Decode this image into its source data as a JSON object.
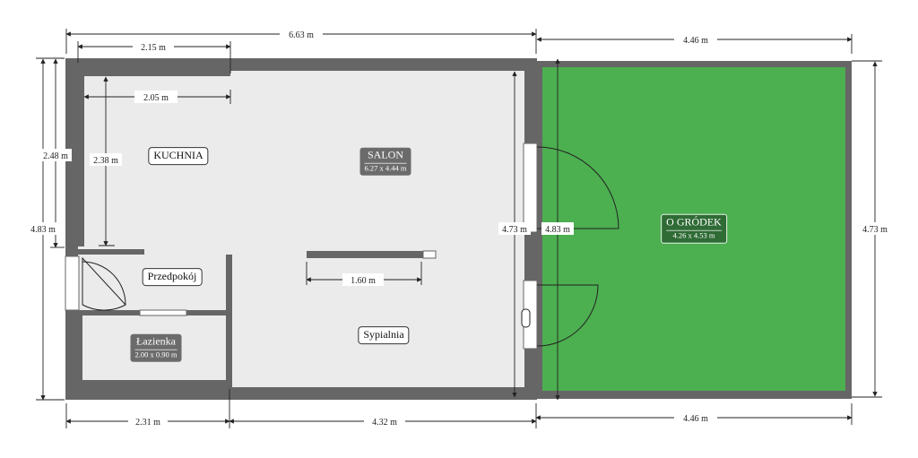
{
  "rooms": {
    "kuchnia": {
      "name": "KUCHNIA"
    },
    "salon": {
      "name": "SALON",
      "size": "6.27 x 4.44 m"
    },
    "przedpokoj": {
      "name": "Przedpokój"
    },
    "lazienka": {
      "name": "Łazienka",
      "size": "2.00 x 0.90 m"
    },
    "sypialnia": {
      "name": "Sypialnia"
    },
    "ogrodek": {
      "name": "O GRÓDEK",
      "size": "4.26 x 4.53 m"
    }
  },
  "dimensions": {
    "top_total": "6.63 m",
    "top_garden": "4.46 m",
    "top_kitchen": "2.15 m",
    "kitchen_inner_width": "2.05 m",
    "kitchen_inner_height": "2.38 m",
    "left_upper": "2.48 m",
    "left_total": "4.83 m",
    "inner_height": "4.73 m",
    "partition_height": "4.83 m",
    "right_height": "4.73 m",
    "partition_length": "1.60 m",
    "bottom_left": "2.31 m",
    "bottom_right": "4.32 m",
    "bottom_garden": "4.46 m"
  },
  "colors": {
    "wall": "#666666",
    "floor": "#ebebeb",
    "garden": "#4caf50",
    "dimension_line": "#222222"
  }
}
